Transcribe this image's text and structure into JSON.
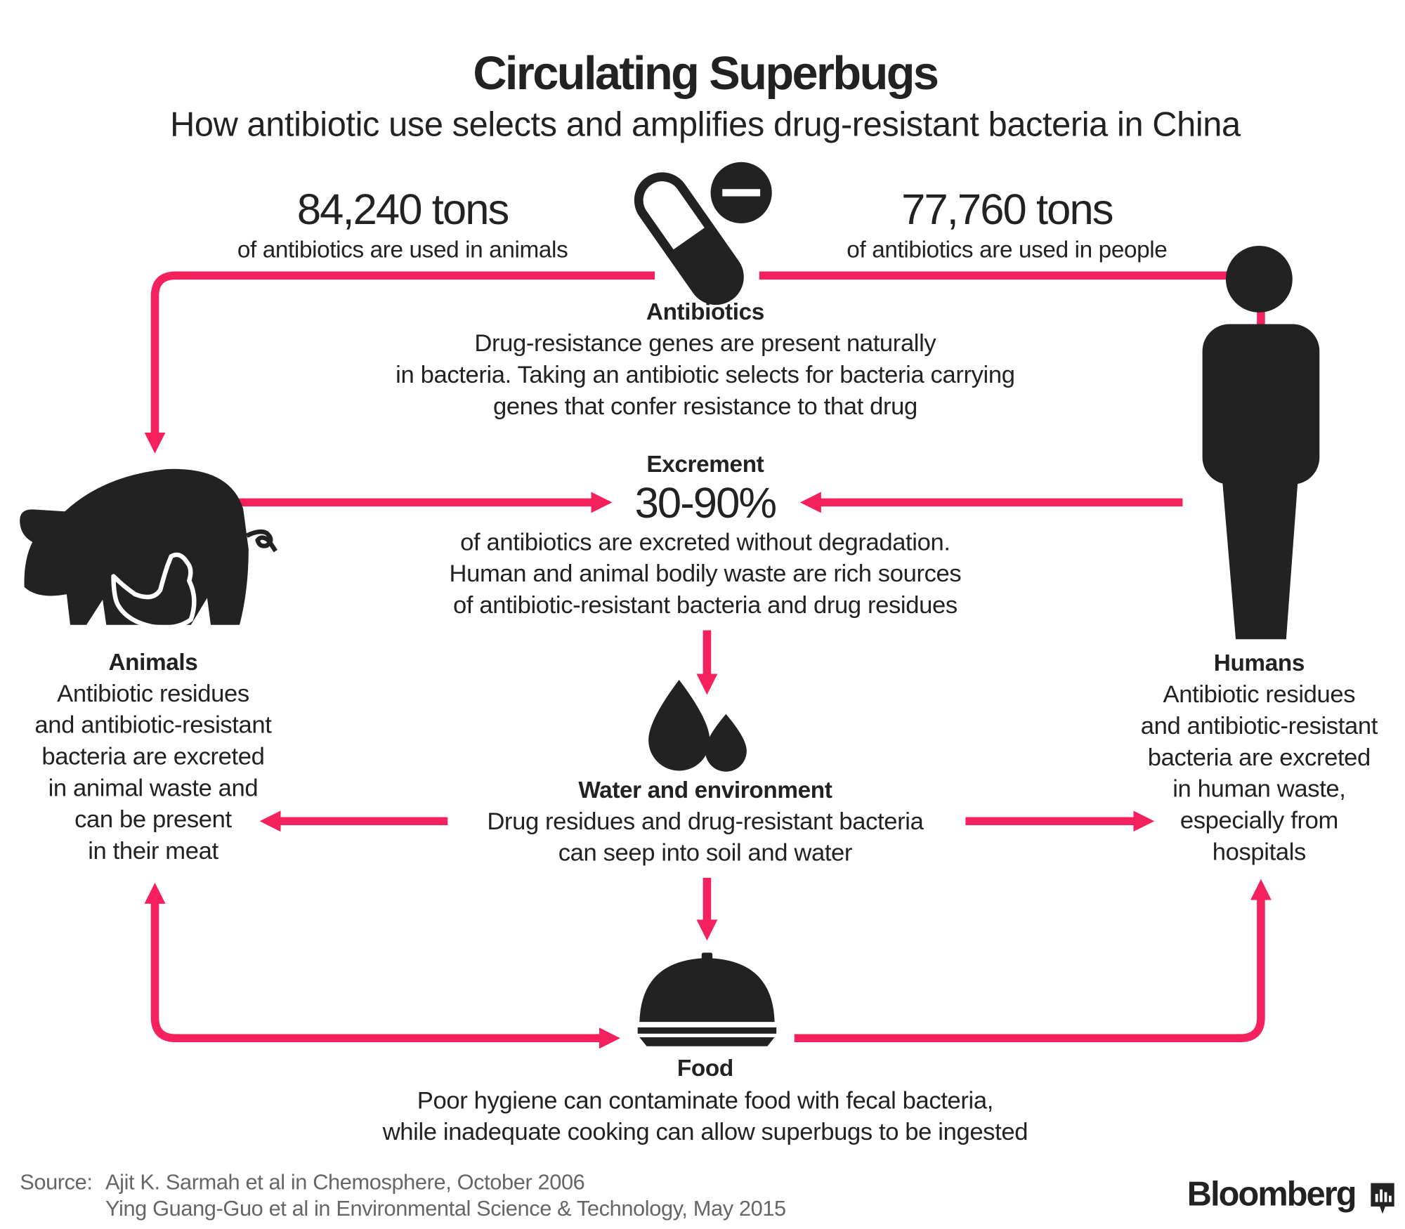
{
  "title": "Circulating Superbugs",
  "subtitle": "How antibiotic use selects and amplifies drug-resistant bacteria in China",
  "animals_stat": {
    "value": "84,240 tons",
    "caption": "of antibiotics are used in animals"
  },
  "people_stat": {
    "value": "77,760 tons",
    "caption": "of antibiotics are used in people"
  },
  "antibiotics": {
    "heading": "Antibiotics",
    "lines": [
      "Drug-resistance genes are present naturally",
      "in bacteria. Taking an antibiotic selects for bacteria carrying",
      "genes that confer resistance to that drug"
    ]
  },
  "excrement": {
    "heading": "Excrement",
    "value": "30-90%",
    "lines": [
      "of antibiotics are excreted without degradation.",
      "Human and animal bodily waste are rich sources",
      "of antibiotic-resistant bacteria and drug residues"
    ]
  },
  "water": {
    "heading": "Water and environment",
    "lines": [
      "Drug residues and drug-resistant bacteria",
      "can seep into soil and water"
    ]
  },
  "food": {
    "heading": "Food",
    "lines": [
      "Poor hygiene can contaminate food with fecal bacteria,",
      "while inadequate cooking can allow superbugs to be ingested"
    ]
  },
  "animals": {
    "heading": "Animals",
    "lines": [
      "Antibiotic residues",
      "and antibiotic-resistant",
      "bacteria are excreted",
      "in animal waste and",
      "can be present",
      "in their meat"
    ]
  },
  "humans": {
    "heading": "Humans",
    "lines": [
      "Antibiotic residues",
      "and antibiotic-resistant",
      "bacteria are excreted",
      "in human waste,",
      "especially from",
      "hospitals"
    ]
  },
  "source": {
    "label": "Source:",
    "lines": [
      "Ajit K. Sarmah et al in Chemosphere, October 2006",
      "Ying Guang-Guo et al in Environmental Science & Technology, May 2015"
    ]
  },
  "brand": "Bloomberg",
  "colors": {
    "accent": "#f5215e",
    "ink": "#222222",
    "muted": "#666666"
  }
}
